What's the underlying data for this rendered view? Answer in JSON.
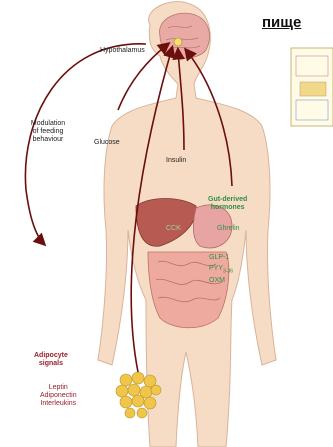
{
  "heading": "пище",
  "labels": {
    "hypothalamus": "Hypothalamus",
    "modulation": [
      "Modulation",
      "of feeding",
      "behaviour"
    ],
    "glucose": "Glucose",
    "insulin": "Insulin",
    "gut_derived": [
      "Gut-derived",
      "hormones"
    ],
    "cck": "CCK",
    "ghrelin": "Ghrelin",
    "glp1": "GLP-1",
    "pyy_base": "PYY",
    "pyy_sub": "3-36",
    "oxm": "OXM",
    "adipocyte": [
      "Adipocyte",
      "signals"
    ],
    "leptin": "Leptin",
    "adiponectin": "Adiponectin",
    "interleukins": "Interleukins"
  },
  "colors": {
    "skin": "#f6dcc4",
    "skin_edge": "#d9b39a",
    "brain": "#e9a9a4",
    "liver": "#b65a52",
    "stomach": "#e8a3a3",
    "intestine": "#eeaa9f",
    "fat": "#f0c64a",
    "arrow": "#7a1010",
    "green_text": "#2f8f46",
    "red_text": "#9a1f2b"
  }
}
